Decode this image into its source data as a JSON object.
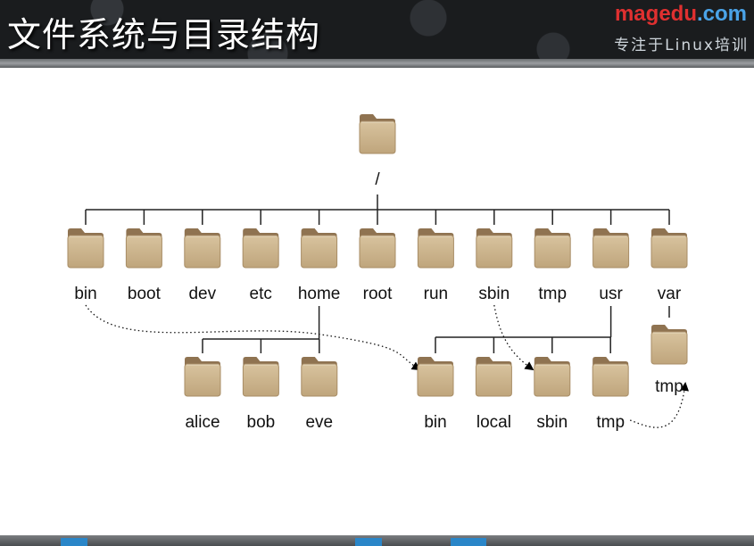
{
  "header": {
    "title": "文件系统与目录结构",
    "brand_name": "magedu",
    "brand_domain": ".com",
    "slogan": "专注于Linux培训"
  },
  "tree": {
    "root": "/",
    "top_level": [
      "bin",
      "boot",
      "dev",
      "etc",
      "home",
      "root",
      "run",
      "sbin",
      "tmp",
      "usr",
      "var"
    ],
    "home_children": [
      "alice",
      "bob",
      "eve"
    ],
    "usr_children": [
      "bin",
      "local",
      "sbin",
      "tmp"
    ],
    "var_children": [
      "tmp"
    ]
  },
  "links": [
    {
      "from": "bin",
      "to": "usr/bin"
    },
    {
      "from": "sbin",
      "to": "usr/sbin"
    },
    {
      "from": "usr/tmp",
      "to": "var/tmp"
    }
  ],
  "colors": {
    "folder_body": "#cdb68f",
    "folder_tab": "#8f7351",
    "line": "#222222"
  }
}
